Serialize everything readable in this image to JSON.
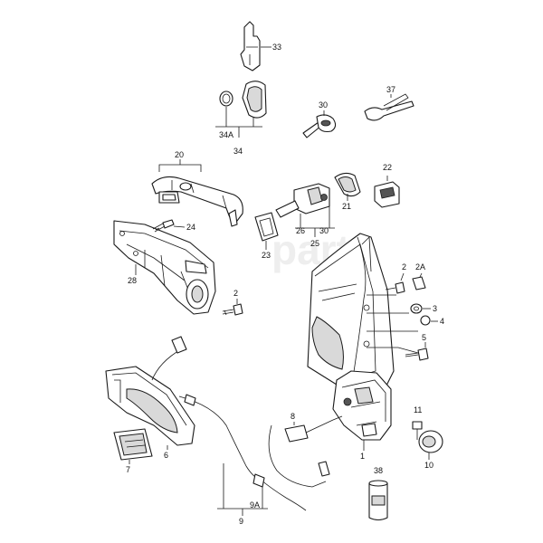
{
  "watermark": "parts",
  "labels": {
    "l33": "33",
    "l34a": "34A",
    "l34": "34",
    "l30a": "30",
    "l37": "37",
    "l20": "20",
    "l22": "22",
    "l21": "21",
    "l24": "24",
    "l26": "26",
    "l30b": "30",
    "l25": "25",
    "l23": "23",
    "l28": "28",
    "l2a": "2",
    "l2A": "2A",
    "l2b": "2",
    "l3": "3",
    "l4": "4",
    "l5": "5",
    "l8": "8",
    "l11": "11",
    "l10": "10",
    "l1": "1",
    "l7": "7",
    "l6": "6",
    "l9A": "9A",
    "l9": "9",
    "l38": "38"
  }
}
